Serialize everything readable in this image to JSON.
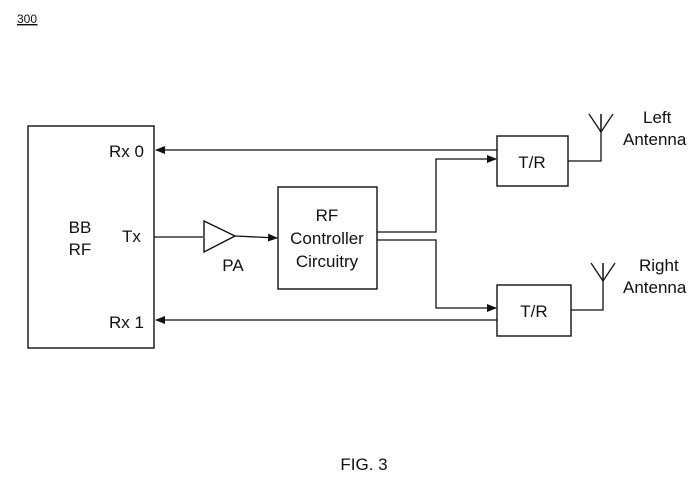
{
  "figure_ref": "300",
  "caption": "FIG. 3",
  "colors": {
    "ink": "#111111",
    "background": "#ffffff"
  },
  "blocks": {
    "bb_rf": {
      "label_line1": "BB",
      "label_line2": "RF",
      "port_rx0": "Rx 0",
      "port_tx": "Tx",
      "port_rx1": "Rx 1"
    },
    "pa": {
      "label": "PA"
    },
    "rf_controller": {
      "label_line1": "RF",
      "label_line2": "Controller",
      "label_line3": "Circuitry"
    },
    "tr_left": {
      "label": "T/R"
    },
    "tr_right": {
      "label": "T/R"
    }
  },
  "antennas": {
    "left": {
      "label_line1": "Left",
      "label_line2": "Antenna"
    },
    "right": {
      "label_line1": "Right",
      "label_line2": "Antenna"
    }
  }
}
